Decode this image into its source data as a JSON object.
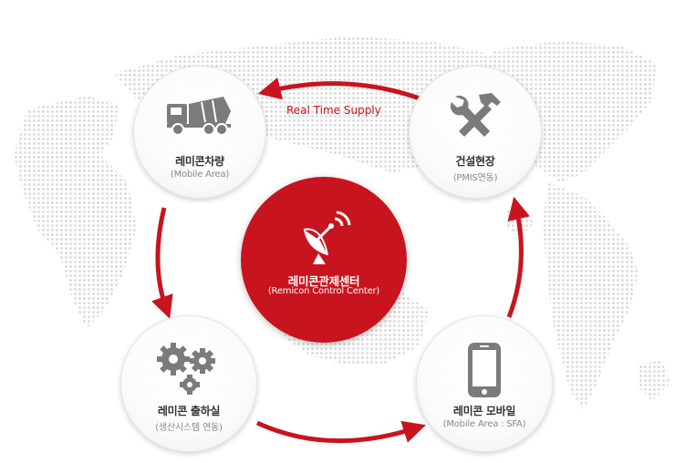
{
  "colors": {
    "accent": "#c8141e",
    "icon": "#7b7b7b",
    "map_dots": "#d9d9d9"
  },
  "supply_label": "Real Time Supply",
  "nodes": {
    "vehicle": {
      "label": "레미콘차량",
      "sub": "(Mobile Area)",
      "icon": "truck-icon"
    },
    "site": {
      "label": "건설현장",
      "sub": "(PMIS연동)",
      "icon": "wrench-hammer-icon"
    },
    "plant": {
      "label": "레미콘 출하실",
      "sub": "(생산시스템 연동)",
      "icon": "gears-icon"
    },
    "mobile": {
      "label": "레미콘 모바일",
      "sub": "(Mobile Area : SFA)",
      "icon": "smartphone-icon"
    }
  },
  "center": {
    "label": "레미콘관제센터",
    "sub": "(Remicon Control Center)",
    "icon": "satellite-dish-icon"
  }
}
